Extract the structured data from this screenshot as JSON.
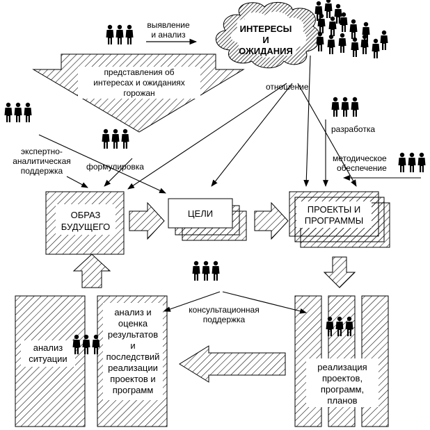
{
  "cloud": {
    "line1": "ИНТЕРЕСЫ",
    "line2": "И",
    "line3": "ОЖИДАНИЯ"
  },
  "labels": {
    "identify": [
      "выявление",
      "и анализ"
    ],
    "representations": [
      "представления об",
      "интересах и ожиданиях",
      "горожан"
    ],
    "attitude": "отношение",
    "development": "разработка",
    "method_support": [
      "методическое",
      "обеспечение"
    ],
    "expert_support": [
      "экспертно-",
      "аналитическая",
      "поддержка"
    ],
    "formulation": "формулировка",
    "consult_support": [
      "консультационная",
      "поддержка"
    ]
  },
  "boxes": {
    "future_image": [
      "ОБРАЗ",
      "БУДУЩЕГО"
    ],
    "goals": "ЦЕЛИ",
    "projects": [
      "ПРОЕКТЫ И",
      "ПРОГРАММЫ"
    ],
    "situation_analysis": [
      "анализ",
      "ситуации"
    ],
    "evaluation": [
      "анализ и",
      "оценка",
      "результатов",
      "и",
      "последствий",
      "реализации",
      "проектов и",
      "программ"
    ],
    "implementation": [
      "реализация",
      "проектов,",
      "программ,",
      "планов"
    ]
  },
  "icons": {
    "people": "people-group-icon"
  }
}
